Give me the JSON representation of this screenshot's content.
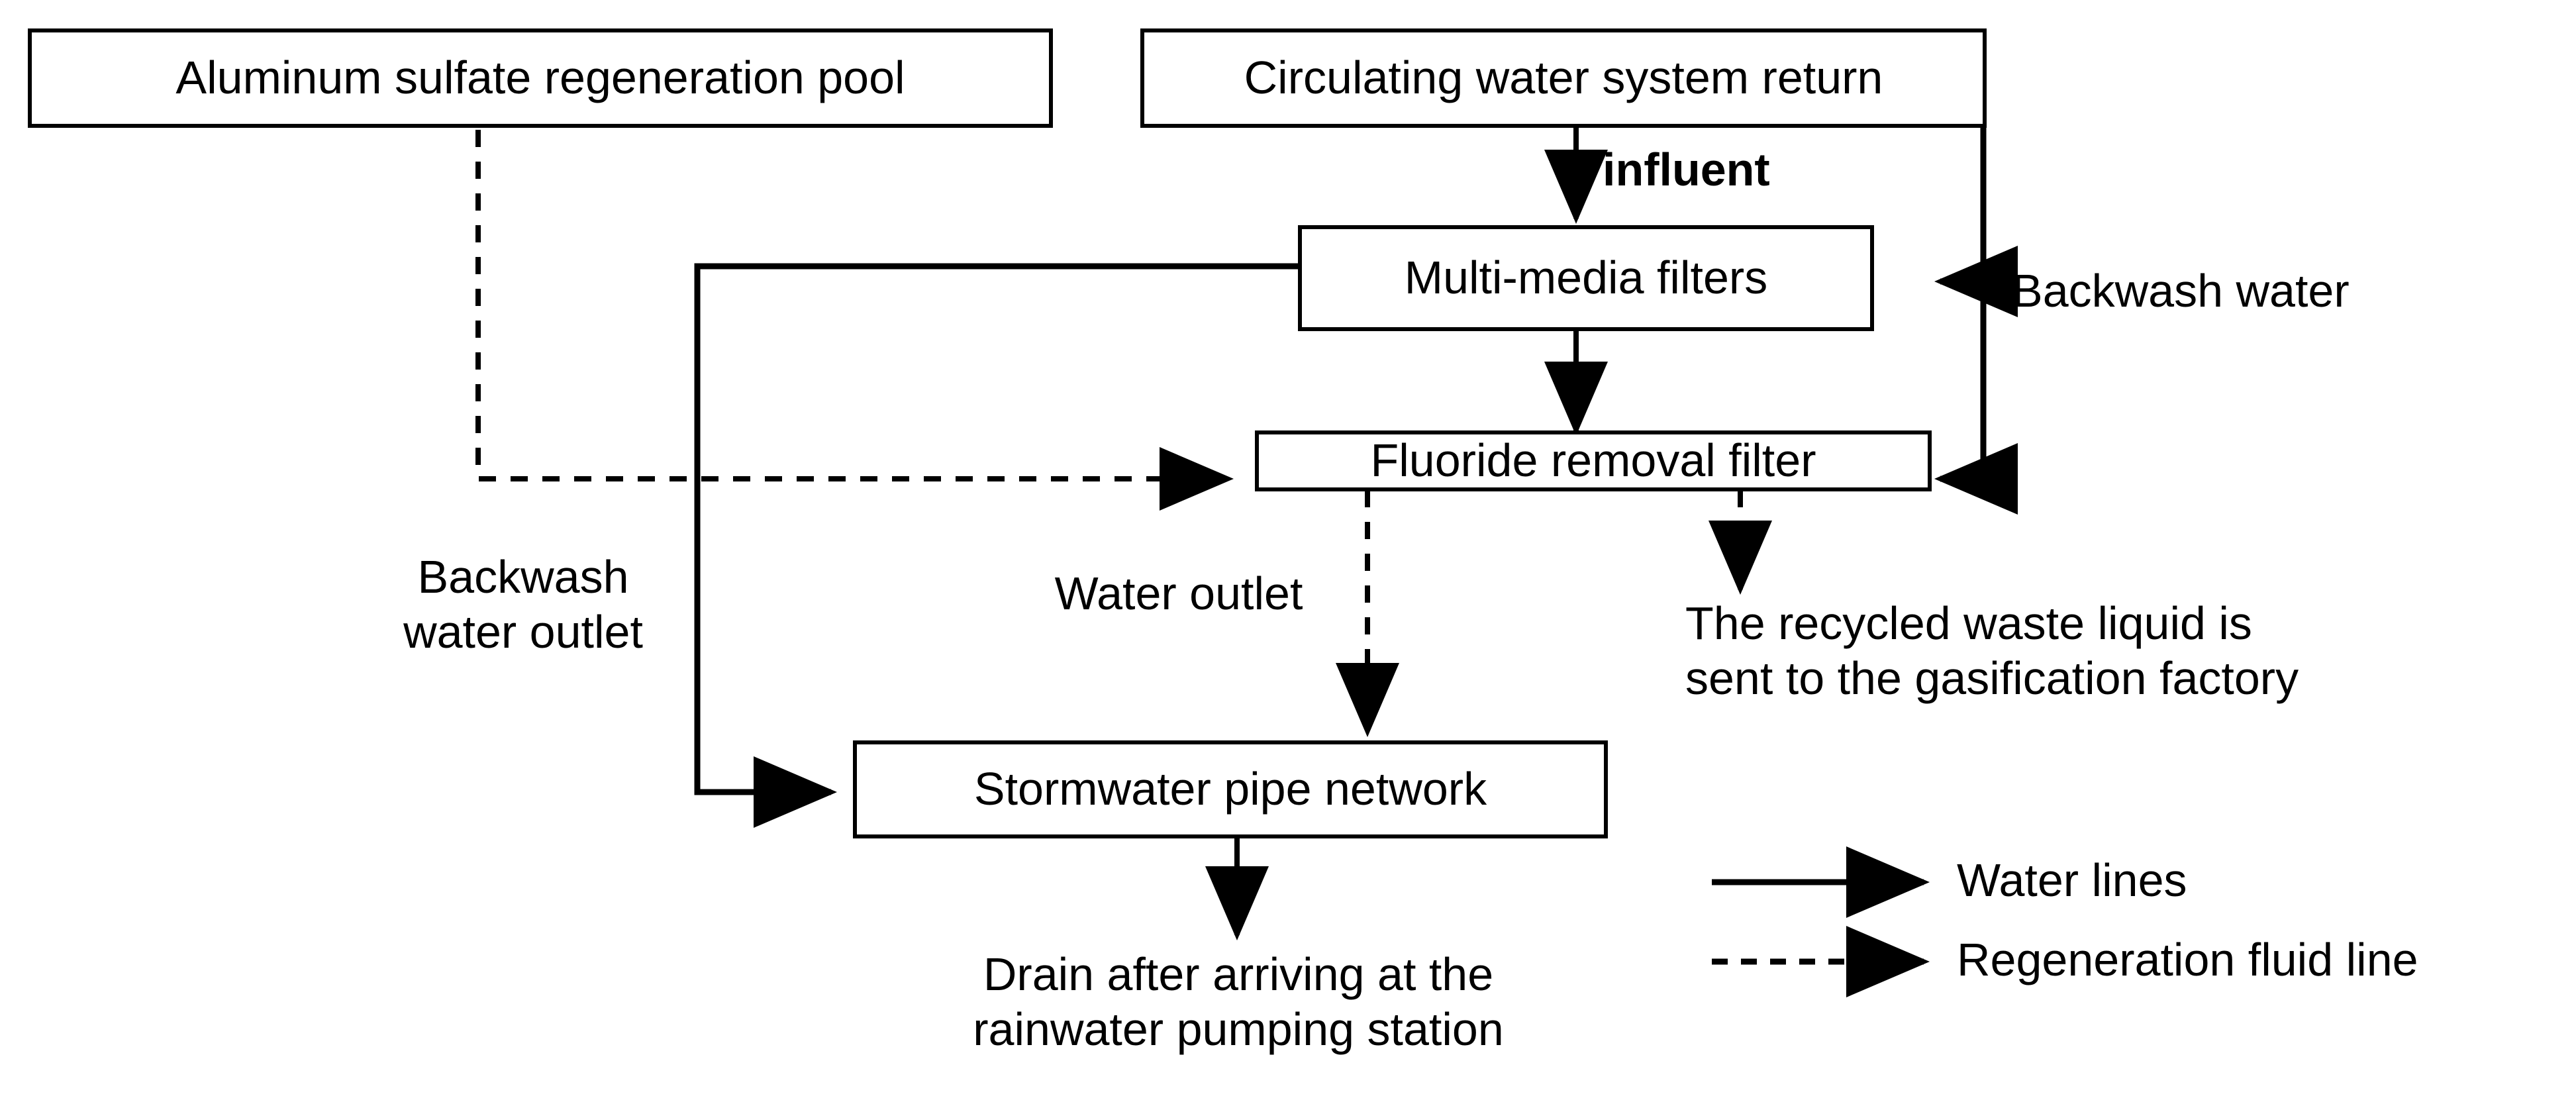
{
  "diagram": {
    "title": "Water treatment and regeneration flow diagram",
    "colors": {
      "line": "#000000",
      "box_border": "#000000",
      "background": "#ffffff",
      "text": "#000000"
    },
    "nodes": [
      {
        "id": "aluminum_pool",
        "label": "Aluminum sulfate regeneration pool"
      },
      {
        "id": "circulating_return",
        "label": "Circulating water system return"
      },
      {
        "id": "multimedia_filters",
        "label": "Multi-media filters"
      },
      {
        "id": "fluoride_filter",
        "label": "Fluoride removal filter"
      },
      {
        "id": "stormwater_network",
        "label": "Stormwater pipe network"
      }
    ],
    "edge_labels": [
      {
        "id": "influent",
        "text": "influent"
      },
      {
        "id": "backwash_water",
        "text": "Backwash water"
      },
      {
        "id": "backwash_water_outlet",
        "text": "Backwash\nwater outlet"
      },
      {
        "id": "water_outlet",
        "text": "Water outlet"
      }
    ],
    "terminals": [
      {
        "id": "gasification_factory",
        "text": "The recycled waste liquid is\nsent to the gasification factory"
      },
      {
        "id": "rainwater_station",
        "text": "Drain after arriving at the\nrainwater pumping station"
      }
    ],
    "legend": {
      "items": [
        {
          "id": "water-lines",
          "label": "Water lines",
          "style": "solid"
        },
        {
          "id": "regeneration-fluid-line",
          "label": "Regeneration fluid line",
          "style": "dashed"
        }
      ]
    }
  }
}
